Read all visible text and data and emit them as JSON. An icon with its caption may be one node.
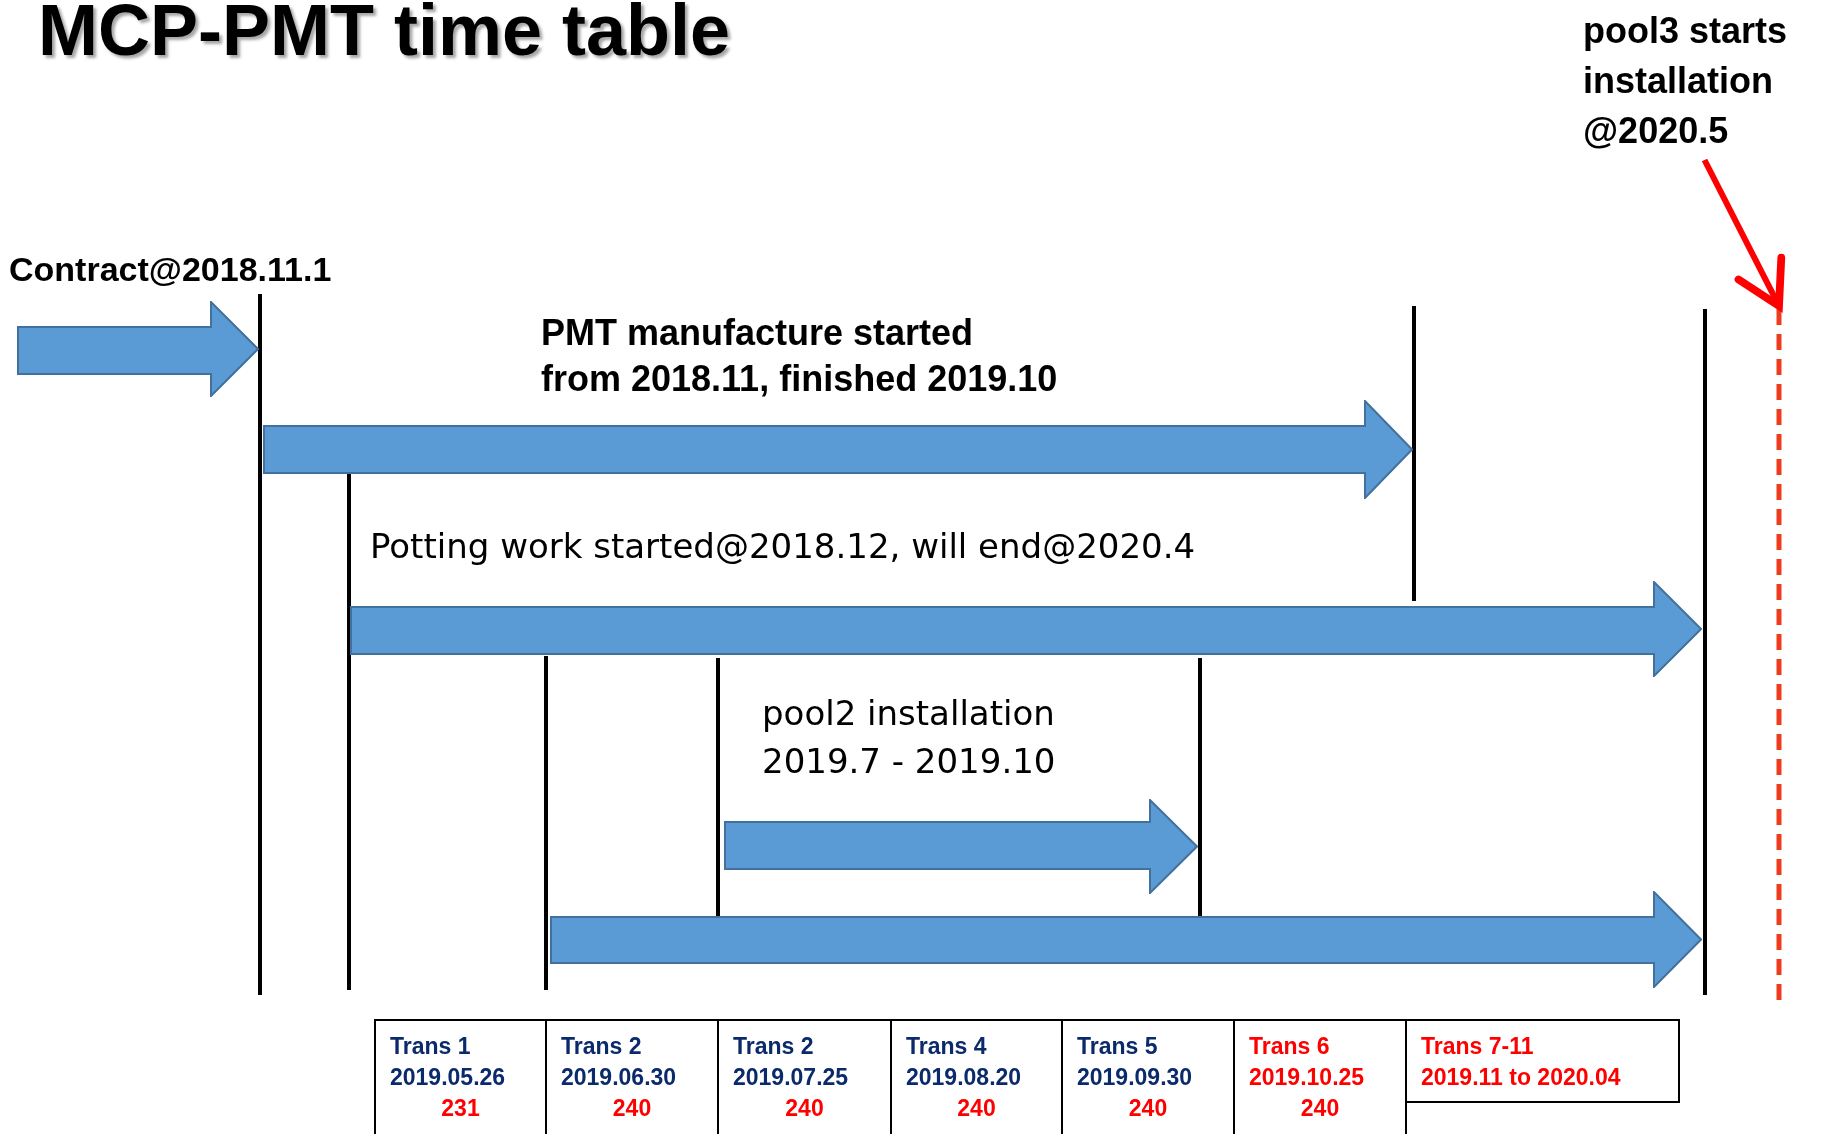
{
  "diagram": {
    "title": "MCP-PMT time table",
    "nodes": [
      {
        "text": [
          "Contract@2018.11.1"
        ]
      },
      {
        "text": [
          "PMT manufacture started from 2018.11, finished 2019.10"
        ]
      },
      {
        "text": [
          "Potting work started@2018.12, will end@2020.4"
        ]
      },
      {
        "text": [
          "pool2 installation 2019.7 - 2019.10"
        ]
      },
      {
        "text": [],
        "shape": "arrow"
      },
      {
        "text": [
          "pool3 starts installation @2020.5"
        ]
      },
      {
        "text": [],
        "shape": "line"
      },
      {
        "text": [
          "Trans 1",
          "2019.05.26",
          "231"
        ]
      },
      {
        "text": [
          "Trans 2",
          "2019.06.30",
          "240"
        ]
      },
      {
        "text": [
          "Trans 2",
          "2019.07.25",
          "240"
        ]
      },
      {
        "text": [
          "Trans 4",
          "2019.08.20",
          "240"
        ]
      },
      {
        "text": [
          "Trans 5",
          "2019.09.30",
          "240"
        ]
      },
      {
        "text": [
          "Trans 6",
          "2019.10.25",
          "240"
        ]
      },
      {
        "text": [
          "Trans 7-11",
          "2019.11 to 2020.04"
        ]
      }
    ],
    "edges": [
      {
        "from": 5,
        "to": 6,
        "arrow": "to",
        "color": "#ff0000"
      }
    ]
  }
}
